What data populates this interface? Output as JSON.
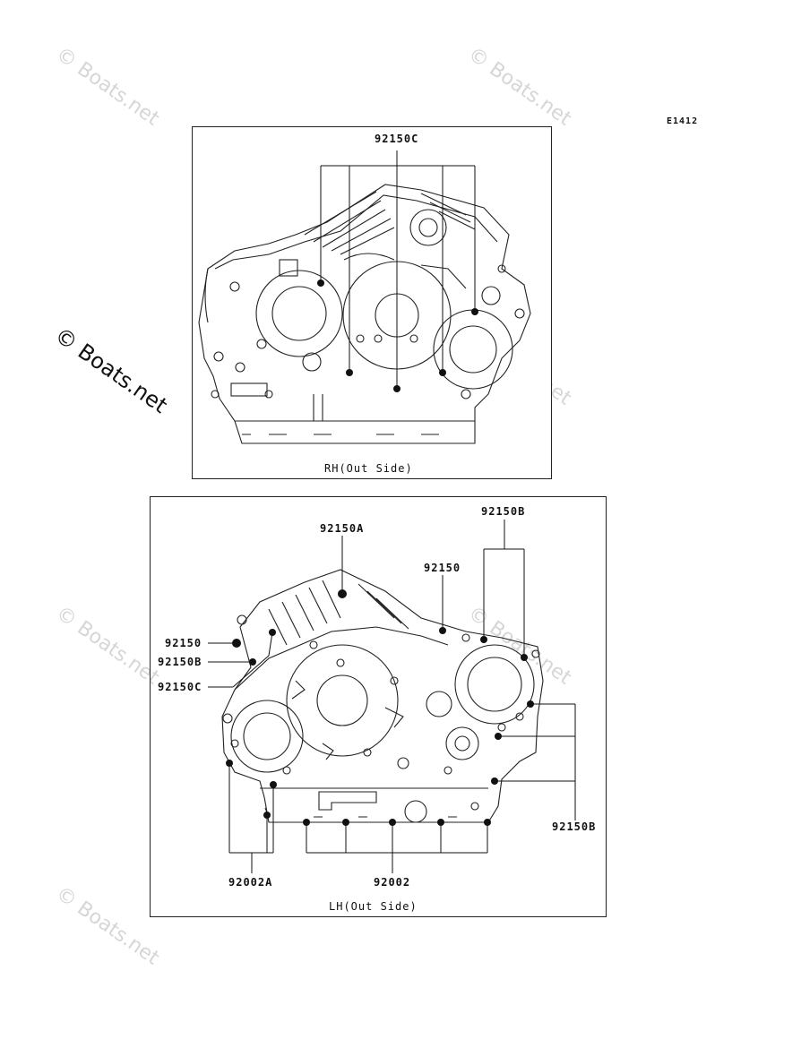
{
  "ref_code": "E1412",
  "watermarks": [
    "© Boats.net",
    "© Boats.net",
    "© Boats.net",
    "© Boats.net",
    "© Boats.net",
    "© Boats.net",
    "© Boats.net"
  ],
  "top_panel": {
    "caption": "RH(Out Side)",
    "labels": {
      "p92150C": "92150C"
    }
  },
  "bottom_panel": {
    "caption": "LH(Out Side)",
    "labels": {
      "p92150A": "92150A",
      "p92150B_top": "92150B",
      "p92150_mid": "92150",
      "p92150_left": "92150",
      "p92150B_left": "92150B",
      "p92150C_left": "92150C",
      "p92150B_right": "92150B",
      "p92002A": "92002A",
      "p92002": "92002"
    }
  }
}
